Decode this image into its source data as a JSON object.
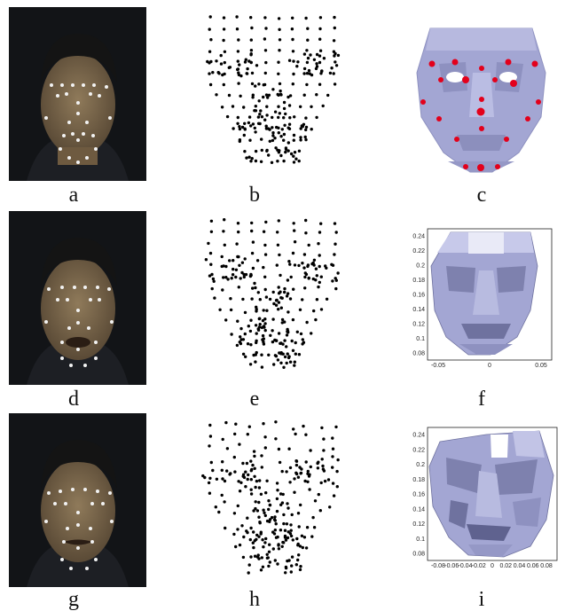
{
  "panels": {
    "a": {
      "label": "a",
      "kind": "photo-with-landmarks"
    },
    "b": {
      "label": "b",
      "kind": "point-cloud"
    },
    "c": {
      "label": "c",
      "kind": "3d-face-mesh-with-markers"
    },
    "d": {
      "label": "d",
      "kind": "photo-with-landmarks"
    },
    "e": {
      "label": "e",
      "kind": "point-cloud"
    },
    "f": {
      "label": "f",
      "kind": "3d-face-mesh-plot"
    },
    "g": {
      "label": "g",
      "kind": "photo-with-landmarks"
    },
    "h": {
      "label": "h",
      "kind": "point-cloud"
    },
    "i": {
      "label": "i",
      "kind": "3d-face-mesh-plot"
    }
  },
  "plot_f": {
    "y_ticks": [
      "0.24",
      "0.22",
      "0.2",
      "0.18",
      "0.16",
      "0.14",
      "0.12",
      "0.1",
      "0.08"
    ],
    "x_ticks": [
      "-0.05",
      "0",
      "0.05"
    ]
  },
  "plot_i": {
    "y_ticks": [
      "0.24",
      "0.22",
      "0.2",
      "0.18",
      "0.16",
      "0.14",
      "0.12",
      "0.1",
      "0.08"
    ],
    "x_ticks": [
      "-0.08",
      "-0.06",
      "-0.04",
      "-0.02",
      "0",
      "0.02",
      "0.04",
      "0.06",
      "0.08"
    ]
  },
  "colors": {
    "mesh": "#a3a6d3",
    "mesh_dark": "#6f729f",
    "landmark_white": "#f2f2f2",
    "marker_red": "#e3001b",
    "point_black": "#000000"
  }
}
